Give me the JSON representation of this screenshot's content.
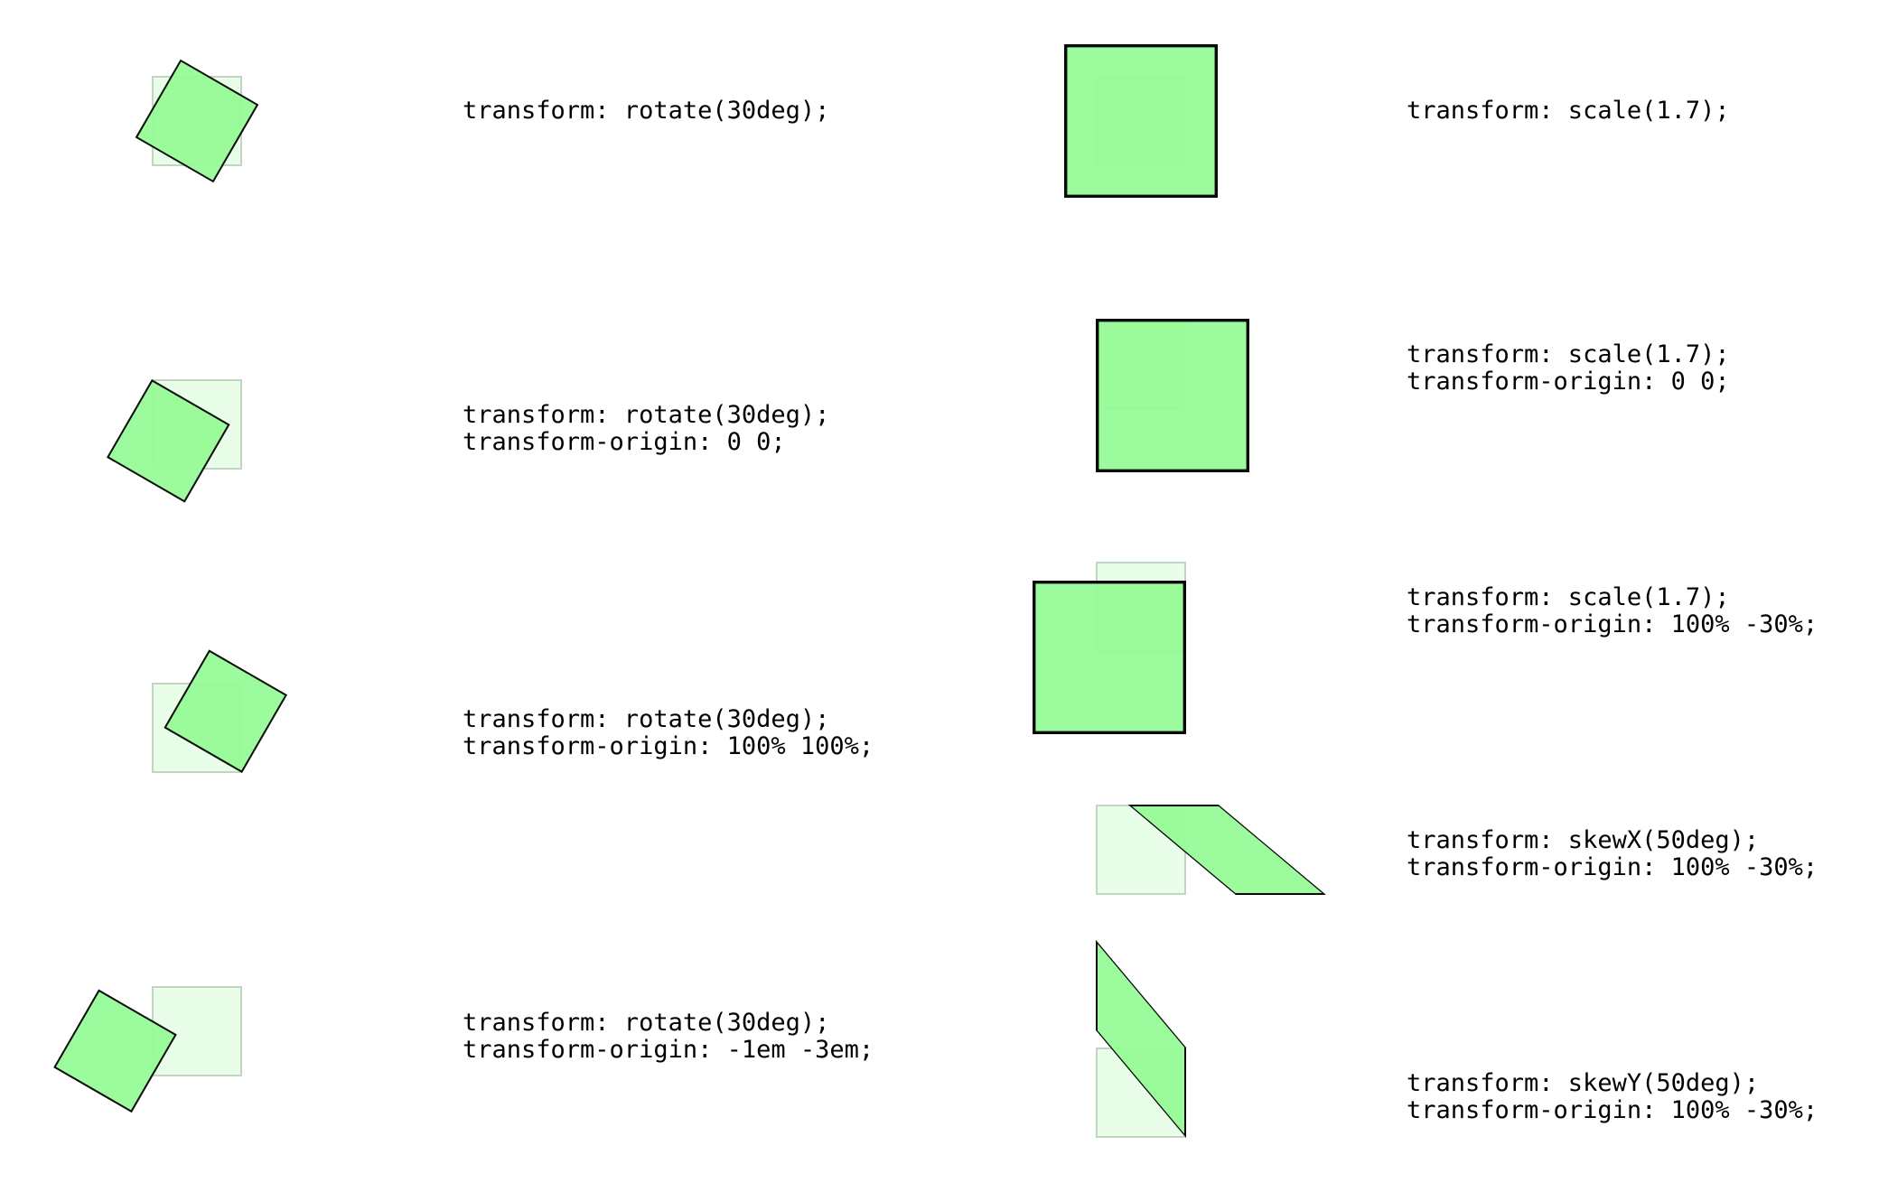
{
  "colors": {
    "shape_fill": "#98fb98",
    "shape_border": "#000000",
    "ghost_fill": "rgba(152, 251, 152, 0.22)",
    "ghost_border": "rgba(0, 0, 0, 0.16)",
    "text": "#000000",
    "background": "#ffffff"
  },
  "examples": [
    {
      "line1": "transform: rotate(30deg);",
      "line2": ""
    },
    {
      "line1": "transform: scale(1.7);",
      "line2": ""
    },
    {
      "line1": "transform: rotate(30deg);",
      "line2": "transform-origin: 0 0;"
    },
    {
      "line1": "transform: scale(1.7);",
      "line2": "transform-origin: 0 0;"
    },
    {
      "line1": "transform: rotate(30deg);",
      "line2": "transform-origin: 100% 100%;"
    },
    {
      "line1": "transform: scale(1.7);",
      "line2": "transform-origin: 100% -30%;"
    },
    {
      "line1": "transform: skewX(50deg);",
      "line2": "transform-origin: 100% -30%;"
    },
    {
      "line1": "transform: rotate(30deg);",
      "line2": "transform-origin: -1em -3em;"
    },
    {
      "line1": "transform: skewY(50deg);",
      "line2": "transform-origin: 100% -30%;"
    }
  ]
}
